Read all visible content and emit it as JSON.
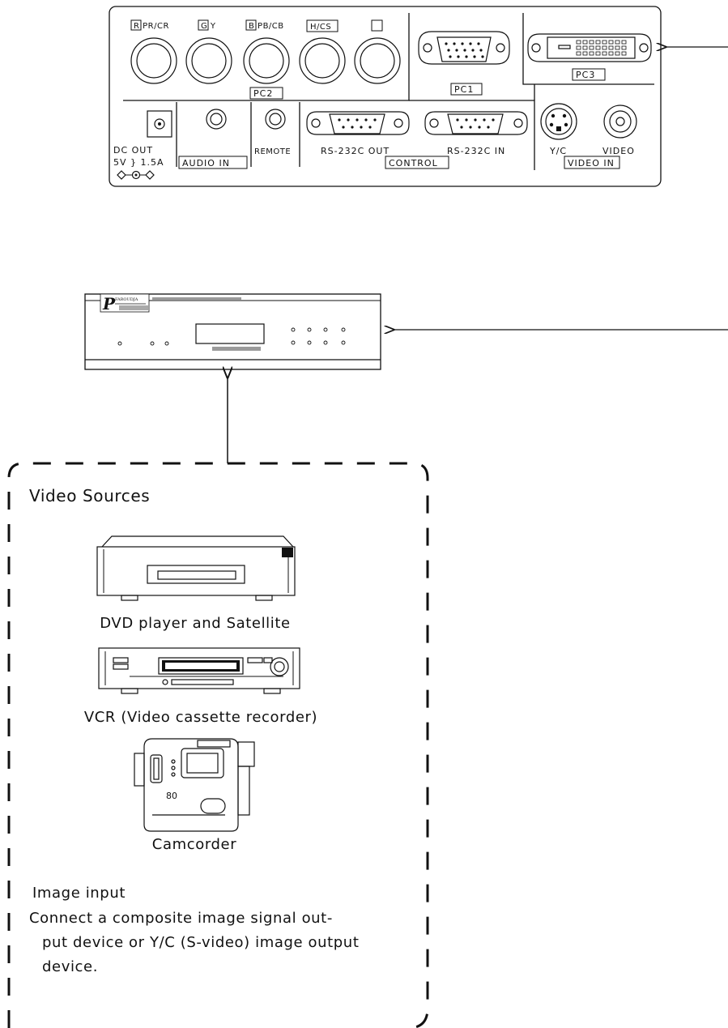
{
  "panel": {
    "labels": {
      "r_prcr": "R  PR/CR",
      "g_y": "G  Y",
      "b_pbcb": "B  PB/CB",
      "h_cs": "H/CS",
      "pc2": "PC2",
      "pc1": "PC1",
      "pc3": "PC3",
      "dc_out": "DC OUT",
      "dc_rating": "5V }  1.5A",
      "audio_in": "AUDIO IN",
      "remote": "REMOTE",
      "rs232c_out": "RS-232C OUT",
      "rs232c_in": "RS-232C IN",
      "control": "CONTROL",
      "yc": "Y/C",
      "video": "VIDEO",
      "video_in": "VIDEO IN"
    }
  },
  "switcher": {
    "logo_text": "FAROUDJA"
  },
  "sources": {
    "title": "Video Sources",
    "devices": [
      {
        "name": "dvd-satellite",
        "caption": "DVD player and Satellite",
        "icon": "dvd-player-icon"
      },
      {
        "name": "vcr",
        "caption": "VCR (Video cassette recorder)",
        "icon": "vcr-icon"
      },
      {
        "name": "camcorder",
        "caption": "Camcorder",
        "icon": "camcorder-icon"
      }
    ],
    "note_heading": "Image input",
    "note_line1": "Connect a composite image signal out-",
    "note_line2": "put device or Y/C (S-video) image output",
    "note_line3": "device."
  }
}
